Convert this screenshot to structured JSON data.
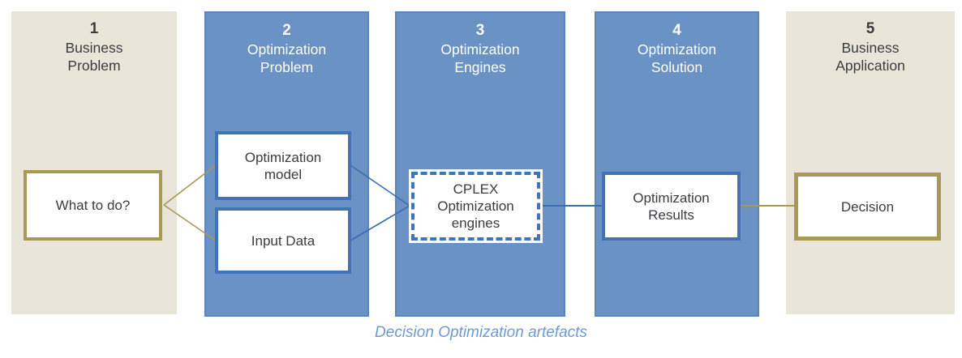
{
  "columns": [
    {
      "number": "1",
      "title": "Business\nProblem"
    },
    {
      "number": "2",
      "title": "Optimization\nProblem"
    },
    {
      "number": "3",
      "title": "Optimization\nEngines"
    },
    {
      "number": "4",
      "title": "Optimization\nSolution"
    },
    {
      "number": "5",
      "title": "Business\nApplication"
    }
  ],
  "boxes": {
    "what_to_do": "What to do?",
    "optimization_model": "Optimization\nmodel",
    "input_data": "Input Data",
    "cplex": "CPLEX\nOptimization\nengines",
    "optimization_results": "Optimization\nResults",
    "decision": "Decision"
  },
  "caption": "Decision Optimization artefacts",
  "colors": {
    "beige_panel": "#e9e6d9",
    "blue_panel": "#6b92c5",
    "blue_panel_edge": "#5d84bb",
    "blue_box_border": "#4273b9",
    "blue_connector": "#3a6cb2",
    "tan_border": "#a79a55",
    "caption_blue": "#6f9ad1",
    "dark_text": "#3b3b41"
  }
}
